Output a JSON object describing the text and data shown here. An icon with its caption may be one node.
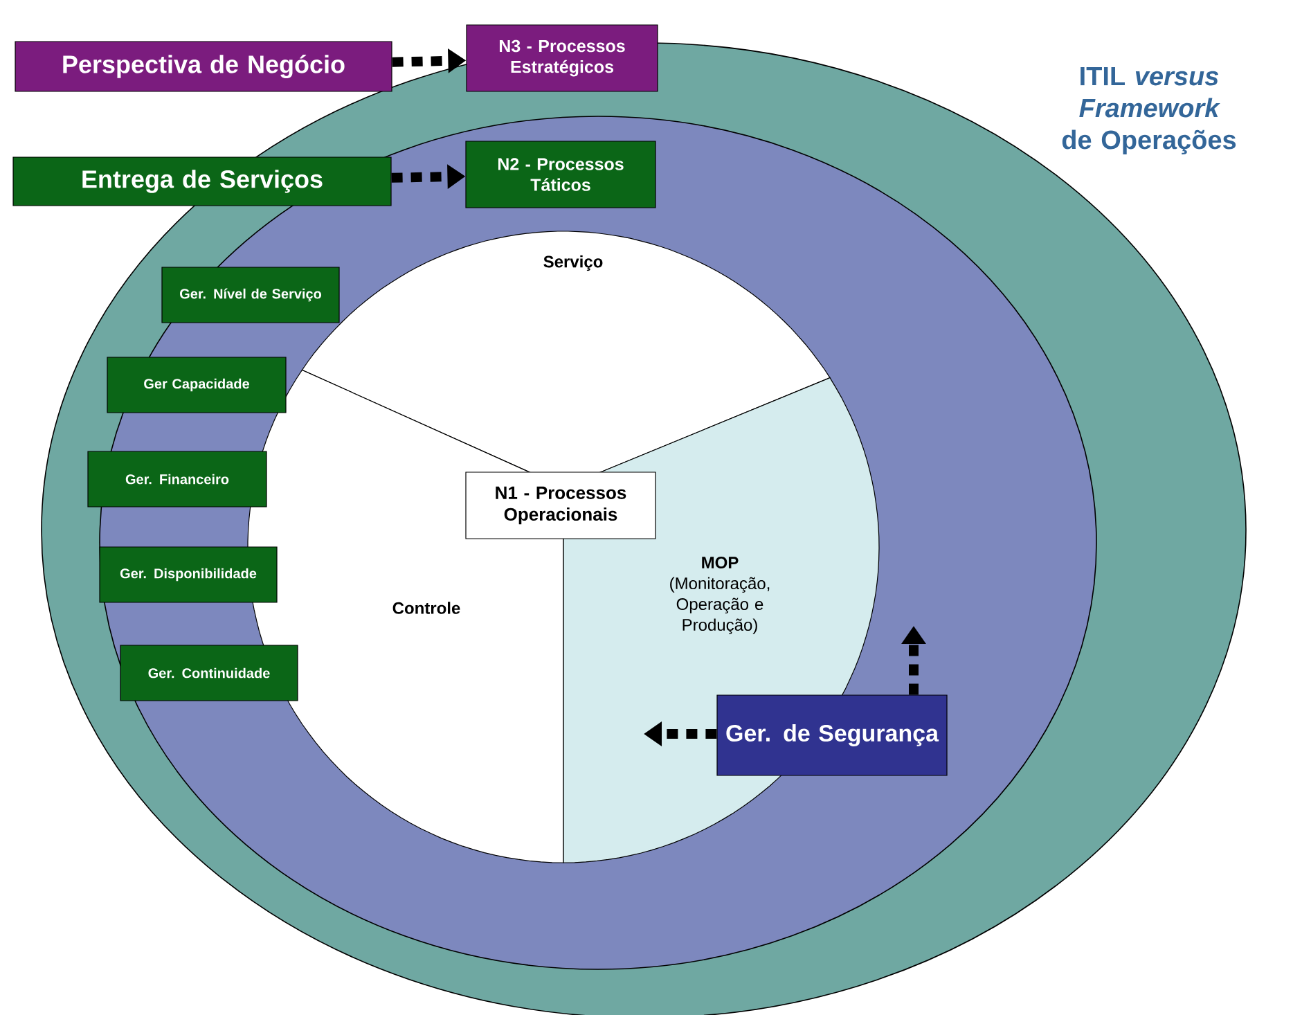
{
  "diagram": {
    "title": "ITIL *versus* *Framework* de Operações",
    "nodes": [
      {
        "text": [
          "Perspectiva de Negócio"
        ]
      },
      {
        "text": [
          "N3 - Processos Estratégicos"
        ]
      },
      {
        "text": [
          "Entrega de Serviços"
        ]
      },
      {
        "text": [
          "N2 - Processos Táticos"
        ]
      },
      {
        "text": [
          "Ger. Nível de Serviço"
        ]
      },
      {
        "text": [
          "Ger Capacidade"
        ]
      },
      {
        "text": [
          "Ger. Financeiro"
        ]
      },
      {
        "text": [
          "Ger. Disponibilidade"
        ]
      },
      {
        "text": [
          "Ger. Continuidade"
        ]
      },
      {
        "text": [
          "N1 - Processos Operacionais"
        ]
      },
      {
        "text": [
          "Ger. de Segurança"
        ]
      },
      {
        "text": [
          "Serviço"
        ]
      },
      {
        "text": [
          "Controle"
        ]
      },
      {
        "text": [
          "MOP",
          "(Monitoração, Operação e Produção)"
        ]
      }
    ],
    "edges": [
      {
        "from": 0,
        "to": 1,
        "arrow": "to",
        "style": "dashed"
      },
      {
        "from": 2,
        "to": 3,
        "arrow": "to",
        "style": "dashed"
      },
      {
        "from": 10,
        "to": 13,
        "arrow": "to",
        "style": "dashed"
      },
      {
        "from": 10,
        "to": null,
        "arrow": "to",
        "style": "dashed"
      }
    ]
  }
}
